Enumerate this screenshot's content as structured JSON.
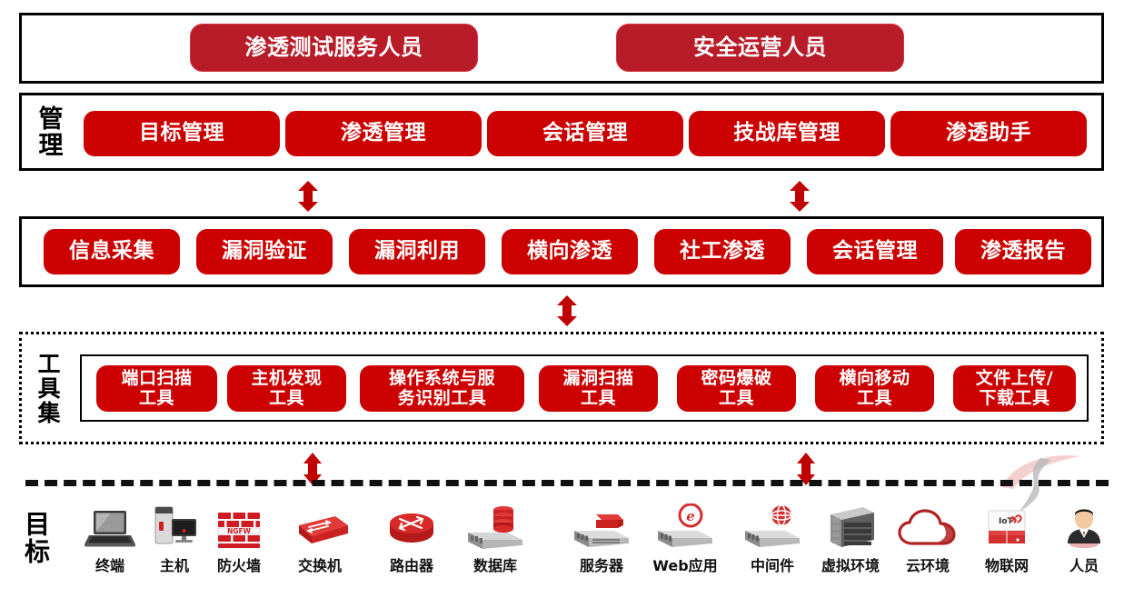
{
  "colors": {
    "accent_dark": "#b81c28",
    "accent_red": "#cc0000",
    "frame": "#000000",
    "arrow": "#c00000"
  },
  "roles_row": {
    "items": [
      {
        "label": "渗透测试服务人员"
      },
      {
        "label": "安全运营人员"
      }
    ]
  },
  "management_row": {
    "side_label": "管理",
    "items": [
      {
        "label": "目标管理"
      },
      {
        "label": "渗透管理"
      },
      {
        "label": "会话管理"
      },
      {
        "label": "技战库管理"
      },
      {
        "label": "渗透助手"
      }
    ]
  },
  "phases_row": {
    "items": [
      {
        "label": "信息采集"
      },
      {
        "label": "漏洞验证"
      },
      {
        "label": "漏洞利用"
      },
      {
        "label": "横向渗透"
      },
      {
        "label": "社工渗透"
      },
      {
        "label": "会话管理"
      },
      {
        "label": "渗透报告"
      }
    ]
  },
  "toolset_row": {
    "side_label": "工具集",
    "items": [
      {
        "line1": "端口扫描",
        "line2": "工具"
      },
      {
        "line1": "主机发现",
        "line2": "工具"
      },
      {
        "line1": "操作系统与服",
        "line2": "务识别工具"
      },
      {
        "line1": "漏洞扫描",
        "line2": "工具"
      },
      {
        "line1": "密码爆破",
        "line2": "工具"
      },
      {
        "line1": "横向移动",
        "line2": "工具"
      },
      {
        "line1": "文件上传/",
        "line2": "下载工具"
      }
    ]
  },
  "targets_row": {
    "side_label": "目标",
    "items": [
      {
        "label": "终端",
        "icon": "laptop-icon"
      },
      {
        "label": "主机",
        "icon": "desktop-pc-icon"
      },
      {
        "label": "防火墙",
        "icon": "firewall-icon"
      },
      {
        "label": "交换机",
        "icon": "switch-icon"
      },
      {
        "label": "路由器",
        "icon": "router-icon"
      },
      {
        "label": "数据库",
        "icon": "database-icon"
      },
      {
        "label": "服务器",
        "icon": "server-icon"
      },
      {
        "label": "Web应用",
        "icon": "web-app-icon"
      },
      {
        "label": "中间件",
        "icon": "middleware-icon"
      },
      {
        "label": "虚拟环境",
        "icon": "virtualization-icon"
      },
      {
        "label": "云环境",
        "icon": "cloud-icon"
      },
      {
        "label": "物联网",
        "icon": "iot-icon"
      },
      {
        "label": "人员",
        "icon": "person-icon"
      }
    ]
  },
  "connectors": {
    "arrows": [
      {
        "name": "arrow-management-to-phases-left"
      },
      {
        "name": "arrow-management-to-phases-right"
      },
      {
        "name": "arrow-phases-to-toolset"
      },
      {
        "name": "arrow-toolset-to-targets-left"
      },
      {
        "name": "arrow-toolset-to-targets-right"
      }
    ]
  }
}
